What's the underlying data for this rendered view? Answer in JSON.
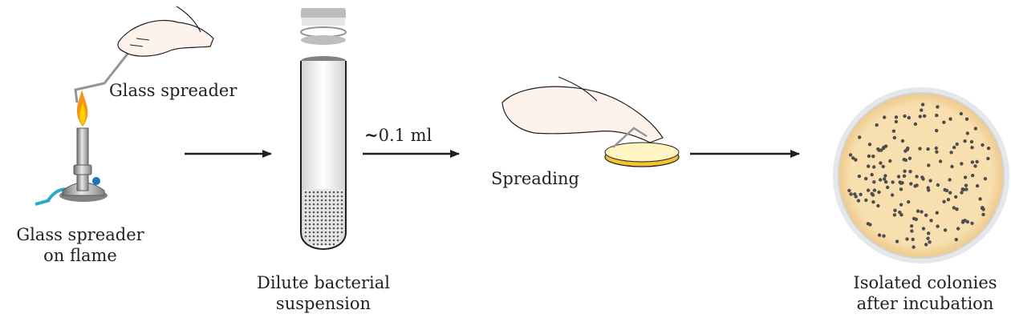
{
  "labels": {
    "glass_spreader": "Glass spreader",
    "spreader_on_flame_line1": "Glass spreader",
    "spreader_on_flame_line2": "on flame",
    "volume": "0.1 ml",
    "volume_prefix": "~",
    "spreading": "Spreading",
    "dilute_line1": "Dilute bacterial",
    "dilute_line2": "suspension",
    "isolated_line1": "Isolated colonies",
    "isolated_line2": "after incubation"
  },
  "colors": {
    "flame_outer": "#f7941d",
    "flame_inner": "#ffd200",
    "tube_liquid": "#e6e6e6",
    "plate_medium": "#f5d9a8",
    "plate_rim": "#d9d9d9",
    "colony": "#4d4d4d",
    "agar_yellow": "#f2c230",
    "hose": "#29a9c5",
    "knob": "#1b75bc",
    "skin_outline": "#231f20"
  },
  "icons": [
    "bunsen-burner-icon",
    "hand-icon",
    "test-tube-icon",
    "petri-dish-icon",
    "arrow-right-icon"
  ]
}
